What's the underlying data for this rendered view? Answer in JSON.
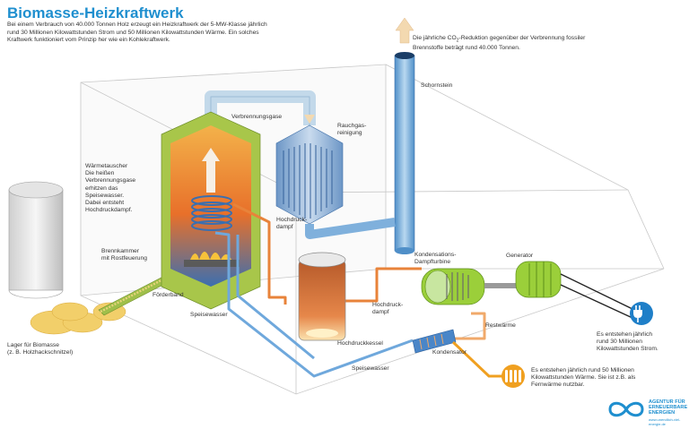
{
  "title": "Biomasse-Heizkraftwerk",
  "intro": "Bei einem Verbrauch von 40.000 Tonnen Holz erzeugt ein Heizkraftwerk der 5-MW-Klasse jährlich rund 30 Millionen Kilowattstunden Strom und 50 Millionen Kilowattstunden Wärme. Ein solches Kraftwerk funktioniert vom Prinzip her wie ein Kohlekraftwerk.",
  "co2_note_1": "Die jährliche CO",
  "co2_note_sub": "2",
  "co2_note_2": "-Reduktion gegenüber der Verbrennung fossiler Brennstoffe beträgt rund 40.000 Tonnen.",
  "labels": {
    "schornstein": "Schornstein",
    "verbrennungsgase": "Verbrennungsgase",
    "rauchgasreinigung": "Rauchgas-\nreinigung",
    "waermetauscher": "Wärmetauscher\nDie heißen\nVerbrennungsgase\nerhitzen das\nSpeisewasser.\nDabei entsteht\nHochdruckdampf.",
    "hochdruckdampf_1": "Hochdruck-\ndampf",
    "brennkammer": "Brennkammer\nmit Rostfeuerung",
    "foerderband": "Förderband",
    "speisewasser_1": "Speisewasser",
    "speisewasser_2": "Speisewasser",
    "lager": "Lager für Biomasse\n(z. B. Holzhackschnitzel)",
    "hochdruckkessel": "Hochdruckkessel",
    "hochdruckdampf_2": "Hochdruck-\ndampf",
    "kondensationsturbine": "Kondensations-\nDampfturbine",
    "generator": "Generator",
    "restwaerme": "Restwärme",
    "kondensator": "Kondensator",
    "strom_note": "Es entstehen jährlich\nrund 30 Millionen\nKilowattstunden Strom.",
    "waerme_note": "Es entstehen jährlich rund 50 Millionen\nKilowattstunden Wärme. Sie ist z.B. als\nFernwärme nutzbar."
  },
  "logo": {
    "line1": "AGENTUR FÜR",
    "line2": "ERNEUERBARE",
    "line3": "ENERGIEN",
    "url": "www.unendlich-viel-energie.de"
  },
  "colors": {
    "title": "#1f8fcf",
    "pipe_blue": "#6fa8dc",
    "pipe_orange": "#e8833a",
    "furnace_green": "#a8c64a",
    "generator_green": "#9bcf3a",
    "icon_blue": "#1f7fc8",
    "icon_orange": "#f0a020"
  }
}
